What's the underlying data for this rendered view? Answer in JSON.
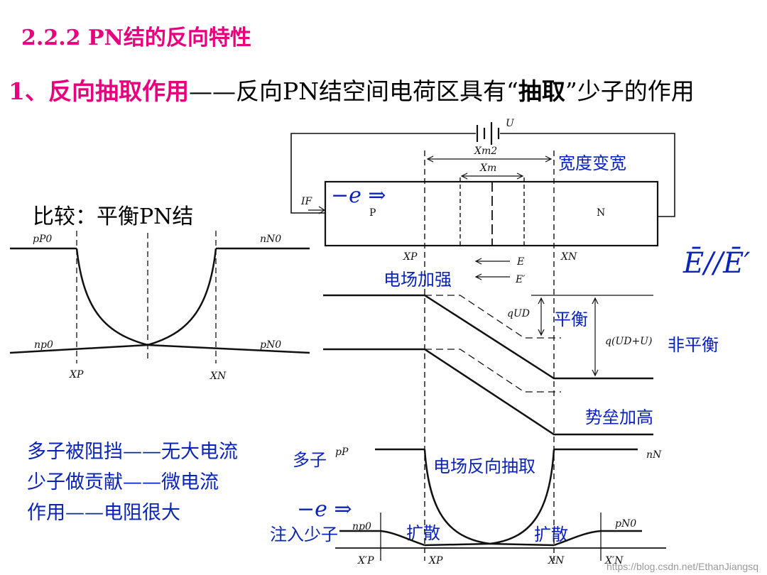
{
  "title": "2.2.2  PN结的反向特性",
  "heading": {
    "number": "1、",
    "topic": "反向抽取作用",
    "dash": "——",
    "desc_before": "反向PN结空间电荷区具有“",
    "emph": "抽取",
    "desc_after": "”少子的作用"
  },
  "compare_label": "比较：平衡PN结",
  "notes": [
    "多子被阻挡——无大电流",
    "少子做贡献——微电流",
    "作用——电阻很大"
  ],
  "field_relation": "Ē//Ē′",
  "electron_label": "−e ⇒",
  "annotations": {
    "width": "宽度变宽",
    "field": "电场加强",
    "equilibrium": "平衡",
    "nonequilibrium": "非平衡",
    "barrier": "势垒加高",
    "majority": "多子",
    "extraction": "电场反向抽取",
    "injection": "注入少子",
    "diffusion_left": "扩散",
    "diffusion_right": "扩散"
  },
  "symbols": {
    "U": "U",
    "Xm2": "Xm2",
    "Xm": "Xm",
    "IF": "IF",
    "P": "P",
    "N": "N",
    "XP": "XP",
    "XN": "XN",
    "E": "E",
    "E2": "E′",
    "qUD": "qUD",
    "qUDU": "q(UD+U)",
    "pP0": "pP0",
    "nN0": "nN0",
    "np0": "np0",
    "pN0": "pN0",
    "pP": "pP",
    "nN": "nN",
    "XP2": "X′P",
    "XN2": "X′N"
  },
  "watermark": "https://blog.csdn.net/EthanJiangsq"
}
